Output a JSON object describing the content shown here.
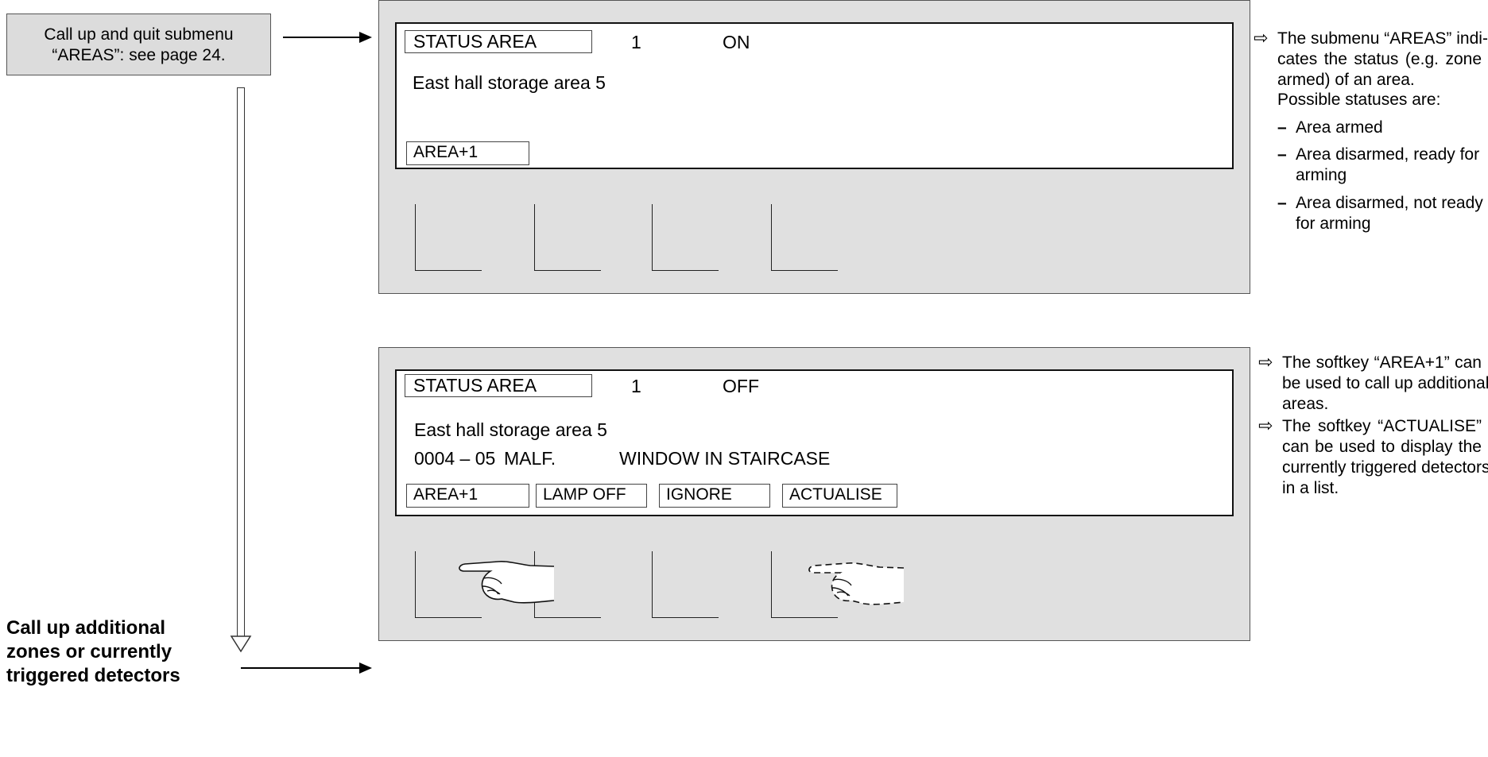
{
  "callout": {
    "line1": "Call up and quit submenu",
    "line2": "“AREAS”: see page 24."
  },
  "caption": {
    "line1": "Call up additional",
    "line2": "zones or currently",
    "line3": "triggered detectors"
  },
  "panel_top": {
    "title": "STATUS AREA",
    "area_number": "1",
    "state": "ON",
    "line1": "East hall storage area 5",
    "softkeys": [
      "AREA+1"
    ]
  },
  "panel_bottom": {
    "title": "STATUS AREA",
    "area_number": "1",
    "state": "OFF",
    "line1": "East hall storage area 5",
    "line2_id": "0004 – 05",
    "line2_type": "MALF.",
    "line2_desc": "WINDOW IN STAIRCASE",
    "softkeys": [
      "AREA+1",
      "LAMP OFF",
      "IGNORE",
      "ACTUALISE"
    ]
  },
  "notes_top": {
    "arrow": "⇨",
    "p1": [
      "The submenu “AREAS” indi-",
      "cates the status (e.g. zone",
      "armed) of an area."
    ],
    "p2": "Possible statuses are:",
    "items": [
      {
        "dash": "–",
        "lines": [
          "Area armed"
        ]
      },
      {
        "dash": "–",
        "lines": [
          "Area disarmed, ready for",
          "arming"
        ]
      },
      {
        "dash": "–",
        "lines": [
          "Area disarmed, not ready",
          "for arming"
        ]
      }
    ]
  },
  "notes_bottom": {
    "arrow": "⇨",
    "p1": [
      "The softkey “AREA+1” can",
      "be used to call up additional",
      "areas."
    ],
    "p2": [
      "The softkey “ACTUALISE”",
      "can be used to display the",
      "currently triggered detectors",
      "in a list."
    ]
  }
}
